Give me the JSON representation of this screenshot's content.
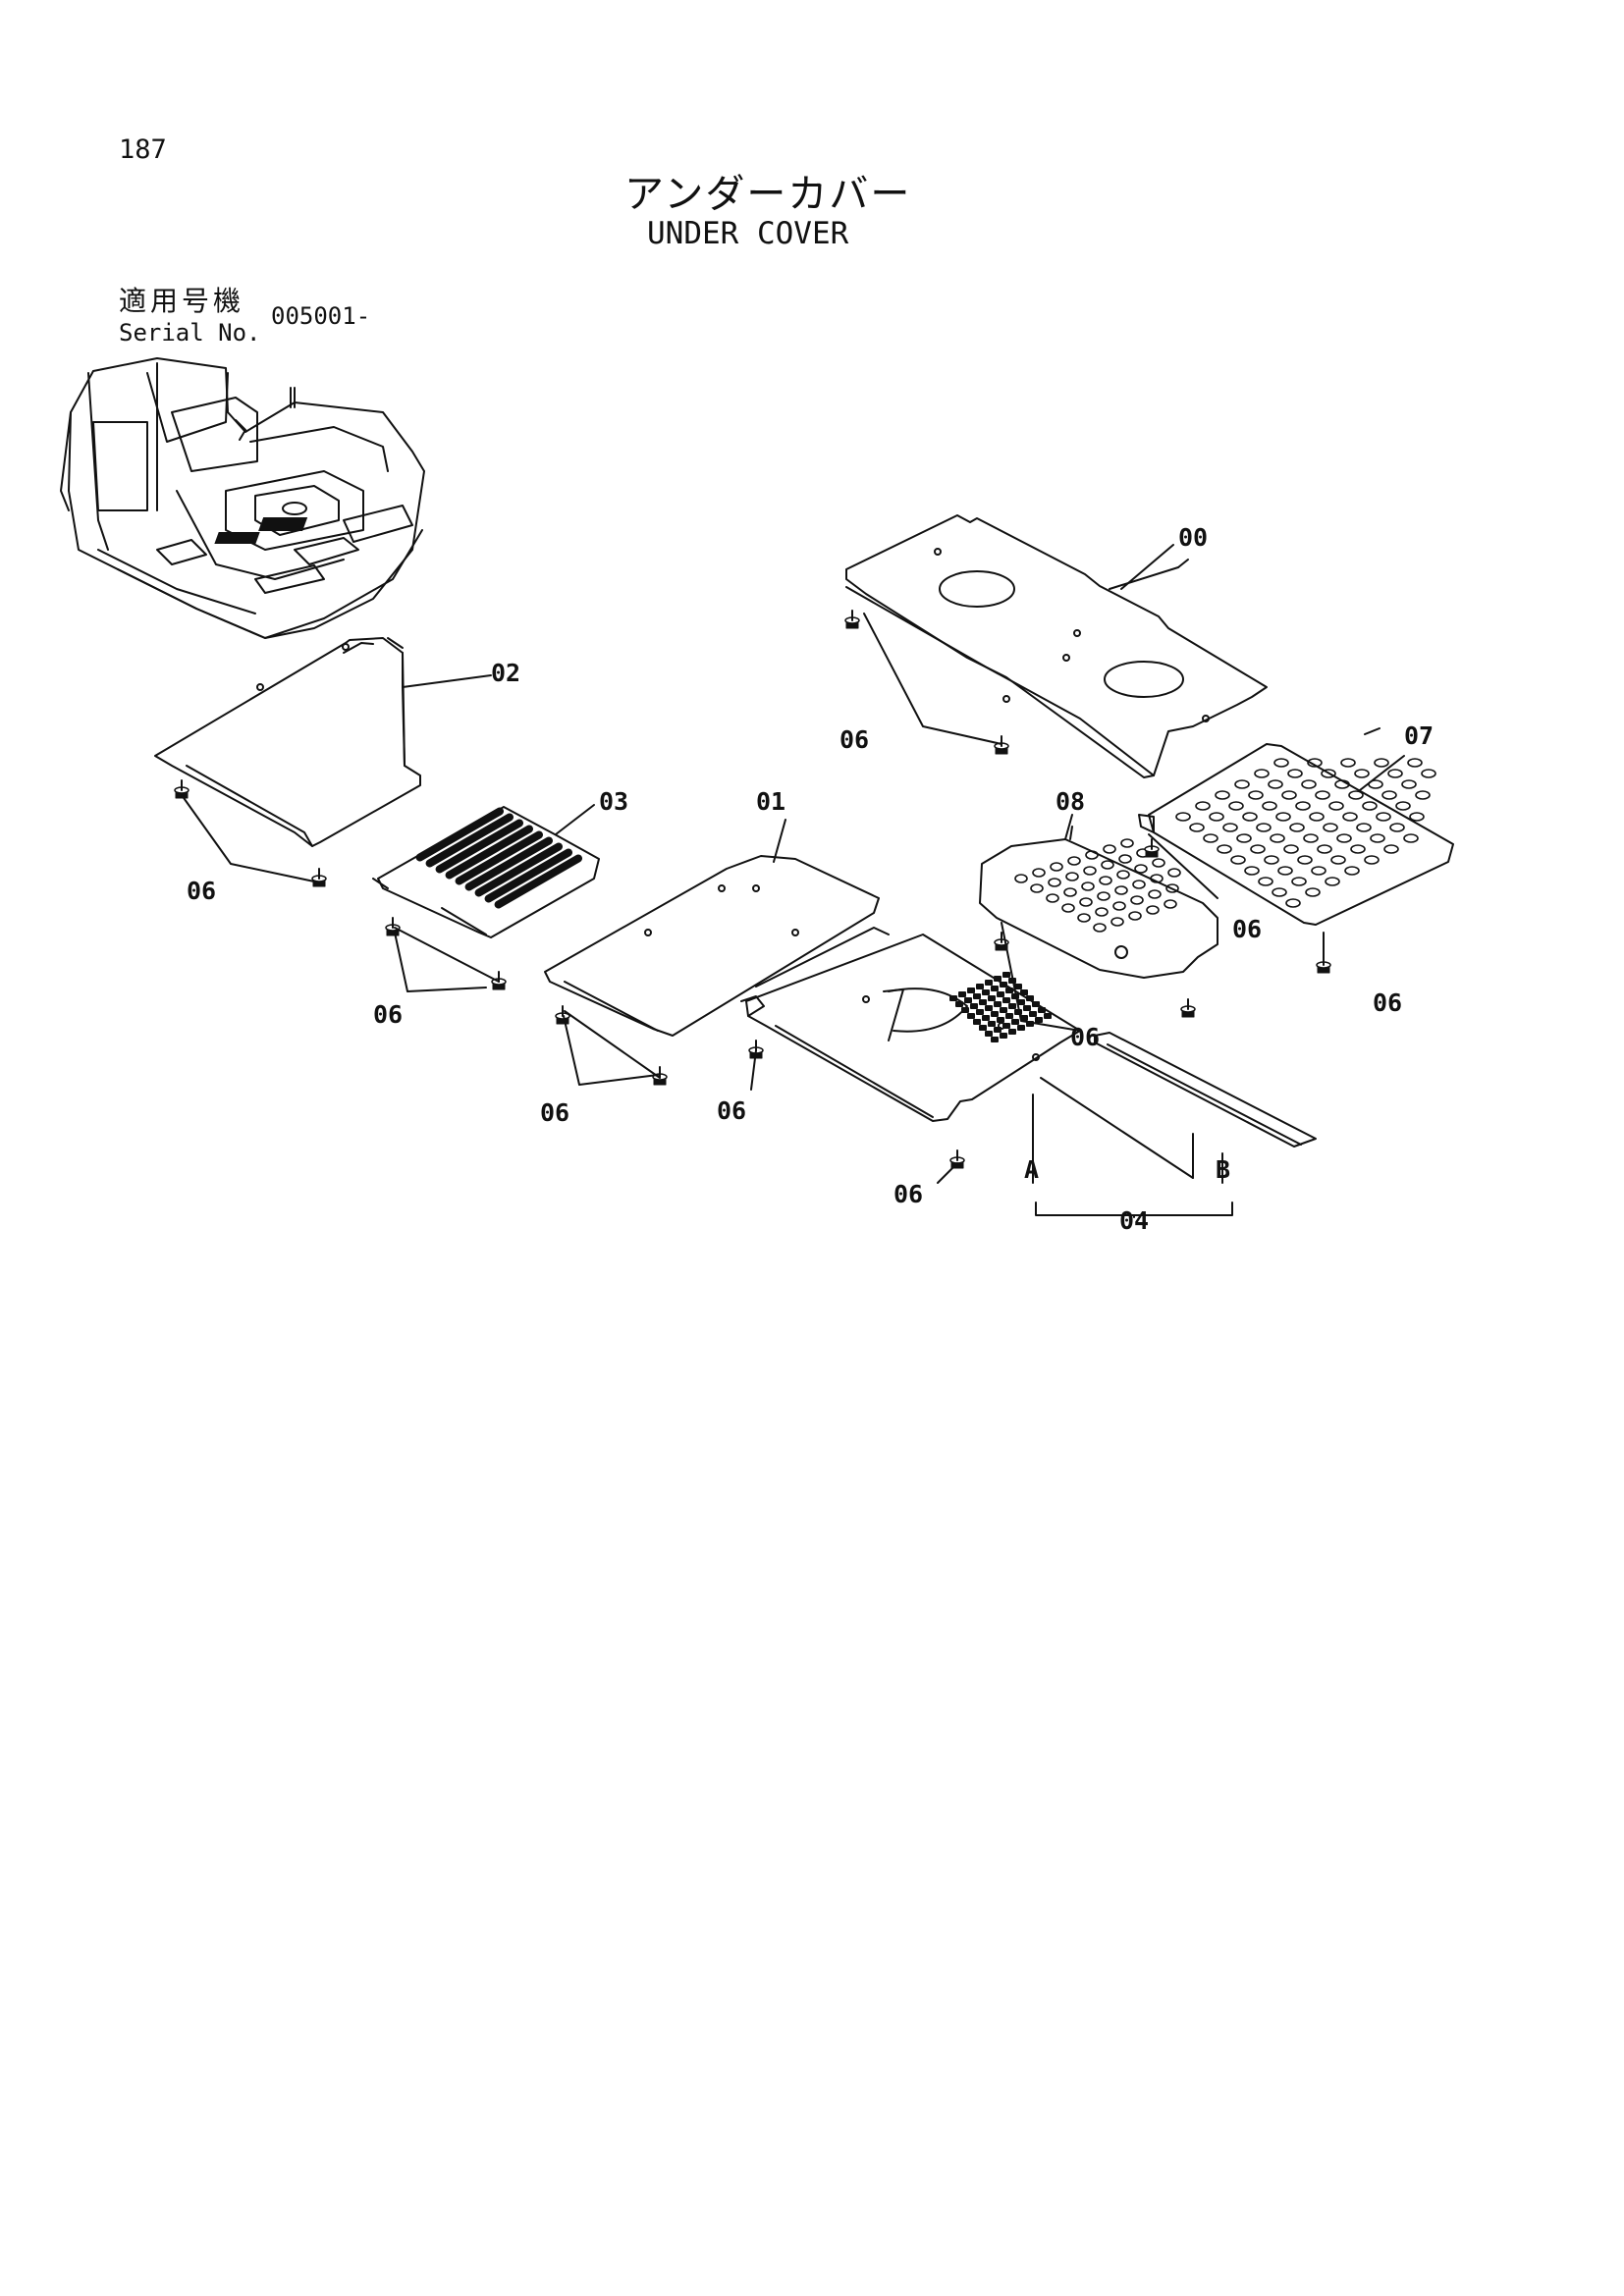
{
  "page_number": "187",
  "title_jp": "アンダーカバー",
  "title_en": "UNDER COVER",
  "serial": {
    "label_jp": "適用号機",
    "label_en": "Serial No.",
    "value": "005001-"
  },
  "callouts": {
    "c00": "00",
    "c01": "01",
    "c02": "02",
    "c03": "03",
    "c04": "04",
    "c06": "06",
    "c07": "07",
    "c08": "08",
    "cA": "A",
    "cB": "B"
  }
}
